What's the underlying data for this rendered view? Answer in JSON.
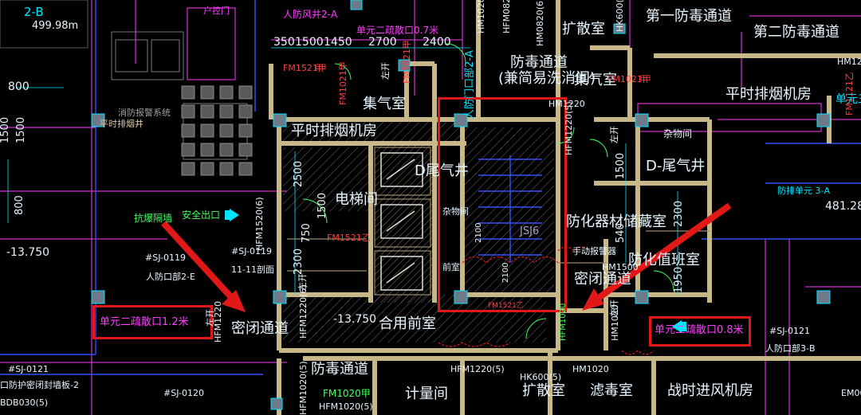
{
  "rooms": {
    "room_1": "第一防毒通道",
    "room_2": "第二防毒通道",
    "room_3": "扩散室",
    "room_4": "防毒通道",
    "room_5": "(兼简易洗消间)",
    "room_6": "集气室",
    "room_7": "集气室",
    "room_8": "平时排烟机房",
    "room_9": "平时排烟机房",
    "room_10": "D尾气井",
    "room_11": "D-尾气井",
    "room_12": "电梯间",
    "room_13": "防化器材储藏室",
    "room_14": "防化值班室",
    "room_15": "密闭通道",
    "room_16": "密闭通道",
    "room_17": "合用前室",
    "room_18": "防毒通道",
    "room_19": "计量间",
    "room_20": "扩散室",
    "room_21": "滤毒室",
    "room_22": "战时进风机房",
    "room_23": "杂物间"
  },
  "labels": {
    "label_1": "单元二疏散口0.7米",
    "label_2": "人防风井2-A",
    "label_3": "人防门口部2-A",
    "label_4": "HM0820(6)",
    "label_5": "HFM0820(6)",
    "label_6": "FM1021甲",
    "label_7": "FM1521甲",
    "label_8": "FM1021甲",
    "label_9": "HM1220",
    "label_10": "HFM1220(5)",
    "label_11": "FM1521乙",
    "label_12": "FM1521乙",
    "label_13": "HFM1520(6)",
    "label_14": "HFM1220(6)",
    "label_15": "HFM1220",
    "label_16": "HM1220",
    "label_17": "FM1020甲",
    "label_18": "HFM1020(5)",
    "label_19": "HFM1020(5)",
    "label_20": "HFM1220(5)",
    "label_21": "HK600(5)",
    "label_22": "HM1020",
    "label_23": "HM1020",
    "label_24": "HK600(5)",
    "label_25": "HM1020",
    "label_26": "HFM1020",
    "label_27": "FM1021甲",
    "label_28": "FM1121乙",
    "label_29": "#SJ-0119",
    "label_30": "11-11剖面",
    "label_31": "#SJ-0119",
    "label_32": "人防口部2-E",
    "label_33": "#SJ-0121",
    "label_34": "口防护密闭封墙板-2",
    "label_35": "#SJ-0120",
    "label_36": "#SJ-0121",
    "label_37": "人防口部3-B",
    "label_38": "抗爆隔墙",
    "label_39": "安全出口",
    "label_40": "平时排烟井",
    "label_41": "2-B",
    "label_42": "499.98m",
    "label_43": "防排单元 3-A",
    "label_44": "481.28",
    "label_45": "单元三",
    "label_46": "JSJ6",
    "label_47": "杂物间",
    "label_48": "前室",
    "label_49": "手动报警器",
    "label_50": "HM1500",
    "label_51": "消防报警系统",
    "label_52": "左开",
    "label_53": "左开",
    "label_54": "左开",
    "label_55": "左开",
    "label_56": "左开",
    "label_57": "甲",
    "label_58": "甲",
    "label_59": "BDB030(5)",
    "label_60": "户控门",
    "label_61": "EM00"
  },
  "callouts": {
    "callout_1": "单元二疏散口1.2米",
    "callout_2": "单元二疏散口0.8米"
  },
  "dimensions": {
    "dim_1": "350",
    "dim_2": "1500",
    "dim_3": "1450",
    "dim_4": "2700",
    "dim_5": "2400",
    "dim_6": "800",
    "dim_7": "1500",
    "dim_8": "1500",
    "dim_9": "800",
    "dim_10": "2500",
    "dim_11": "1500",
    "dim_12": "750",
    "dim_13": "2300",
    "dim_14": "1500",
    "dim_15": "2300",
    "dim_16": "540",
    "dim_17": "1950",
    "dim_18": "2100",
    "dim_19": "2100"
  },
  "elevations": {
    "elev_1": "-13.750",
    "elev_2": "-13.750"
  },
  "colors": {
    "wall": "#c8b888",
    "cyan": "#00e5ff",
    "magenta": "#ff3cff",
    "red": "#e01818",
    "blue": "#3050ff",
    "green": "#40ff60",
    "yellow": "#ffff40"
  }
}
